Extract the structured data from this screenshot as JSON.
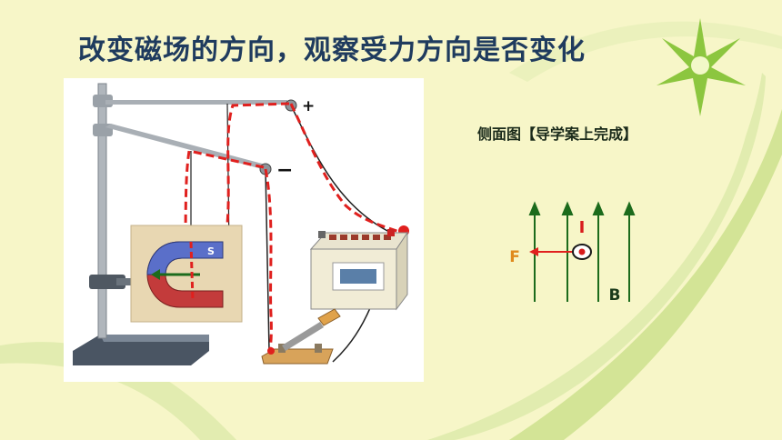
{
  "slide": {
    "title": "改变磁场的方向，观察受力方向是否变化",
    "side_view_label": "侧面图【导学案上完成】"
  },
  "apparatus": {
    "positive_terminal": "+",
    "negative_terminal": "−",
    "magnet_pole": "S"
  },
  "diagram": {
    "current_label": "I",
    "force_label": "F",
    "field_label": "B"
  },
  "colors": {
    "title": "#1f3b5e",
    "wire_dashed": "#e0201e",
    "field_lines": "#1c6b1c",
    "force": "#e08a1c",
    "current": "#d81c1c"
  }
}
